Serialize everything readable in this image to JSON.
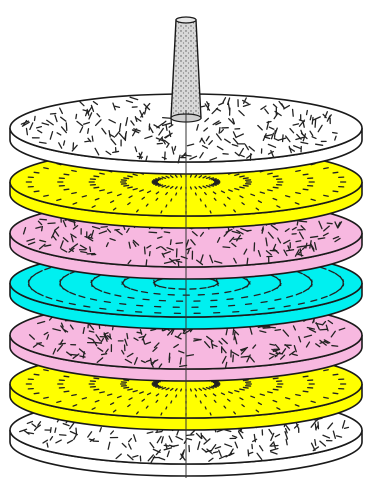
{
  "diagram": {
    "kind": "stacked-disc-layers",
    "layers_top_to_bottom": [
      {
        "fill": "isotropic-random",
        "color": "#ffffff"
      },
      {
        "fill": "radial-splay",
        "color": "#ffff00"
      },
      {
        "fill": "isotropic-random",
        "color": "#f7b8e0"
      },
      {
        "fill": "circular-twist",
        "color": "#00f0f0"
      },
      {
        "fill": "isotropic-random",
        "color": "#f7b8e0"
      },
      {
        "fill": "radial-splay",
        "color": "#ffff00"
      },
      {
        "fill": "isotropic-random",
        "color": "#ffffff"
      }
    ],
    "center_rod": {
      "color": "#d0d0d0",
      "texture": "speckled"
    },
    "axis_line": {
      "visible": true,
      "color": "#333333"
    },
    "stroke_color": "#1a1a1a",
    "dash_color": "#222222"
  }
}
